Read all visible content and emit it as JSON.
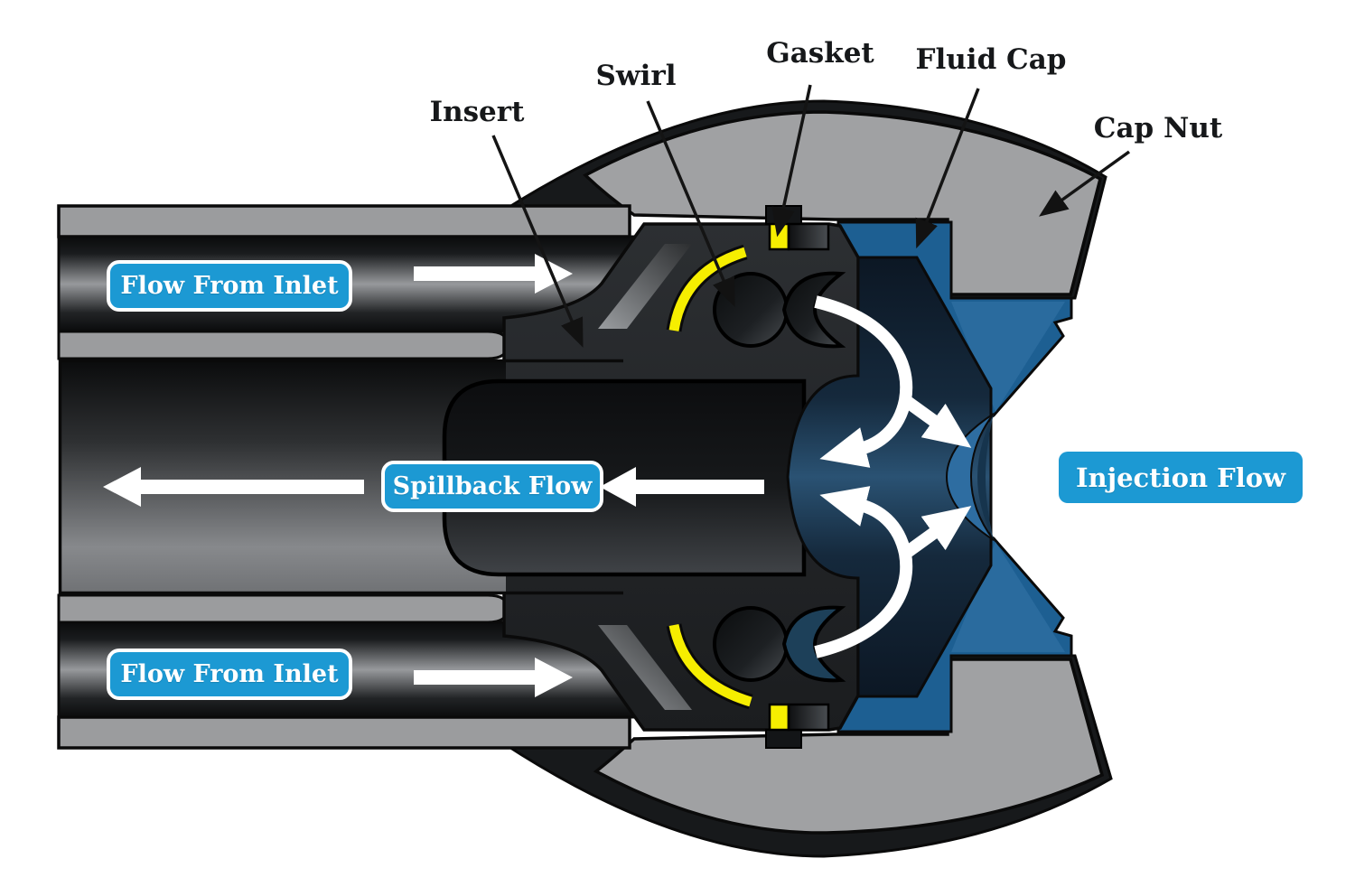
{
  "diagram": {
    "callouts": {
      "insert": {
        "label": "Insert"
      },
      "swirl": {
        "label": "Swirl"
      },
      "gasket": {
        "label": "Gasket"
      },
      "fluid_cap": {
        "label": "Fluid Cap"
      },
      "cap_nut": {
        "label": "Cap Nut"
      }
    },
    "flow_labels": {
      "inlet_top": {
        "label": "Flow From Inlet"
      },
      "inlet_bottom": {
        "label": "Flow From Inlet"
      },
      "spillback": {
        "label": "Spillback Flow"
      },
      "injection": {
        "label": "Injection Flow"
      }
    },
    "colors": {
      "label_blue": "#1c99d3",
      "fluid_cap_blue": "#1d5f92",
      "chamber_navy": "#15293c",
      "metal_gray": "#9b9c9e",
      "cap_nut_gray": "#a0a1a3",
      "gasket_yellow": "#f6ee00",
      "arrow_white": "#ffffff",
      "outline_black": "#0a0a0a"
    }
  }
}
